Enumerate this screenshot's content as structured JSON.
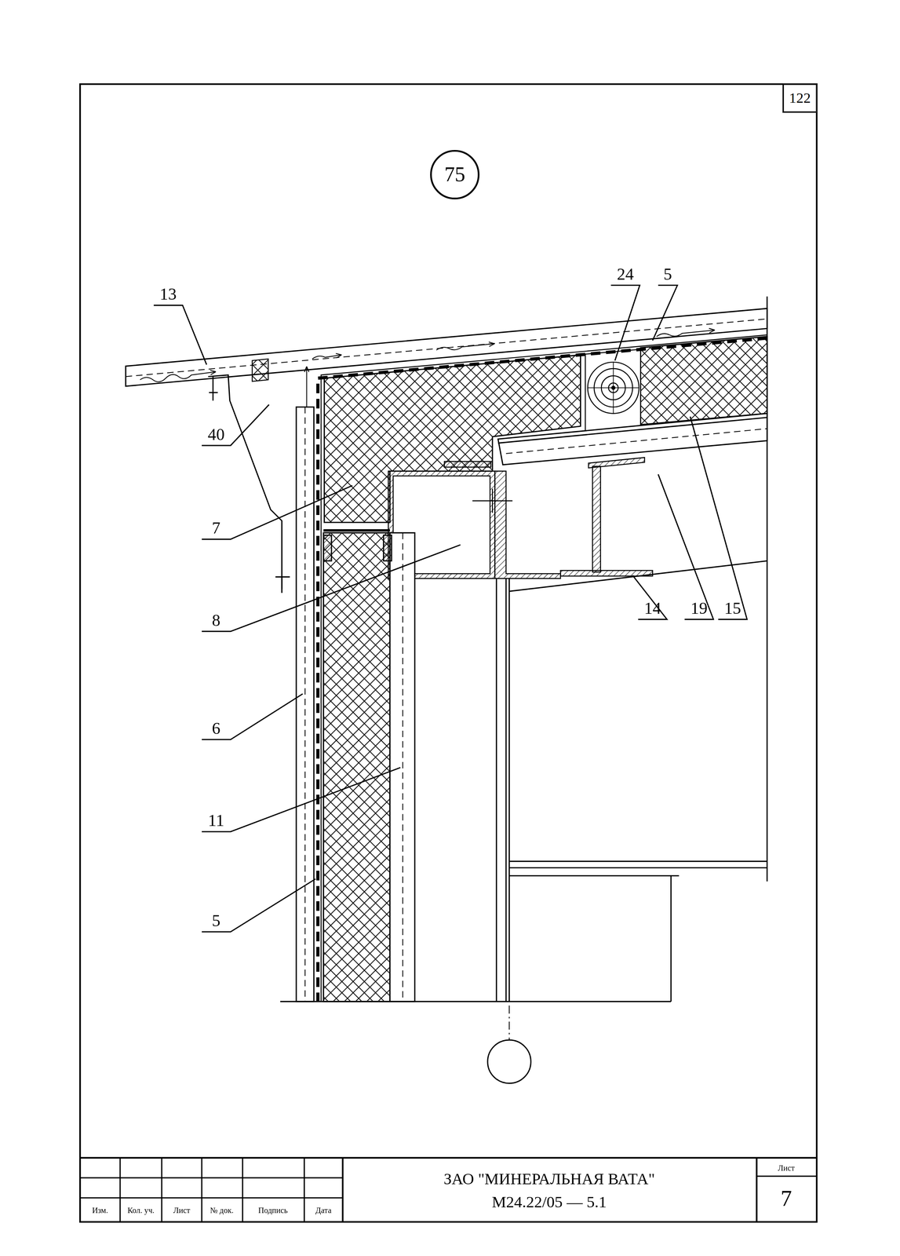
{
  "diagram": {
    "nodes": [
      {
        "text": [
          "122"
        ]
      },
      {
        "text": [
          "75"
        ]
      }
    ],
    "labels": [
      "13",
      "24",
      "5",
      "40",
      "7",
      "8",
      "6",
      "11",
      "5",
      "14",
      "19",
      "15",
      "Изм.",
      "Кол. уч.",
      "Лист",
      "№ док.",
      "Подпись",
      "Дата",
      "ЗАО \"МИНЕРАЛЬНАЯ ВАТА\"",
      "М24.22/05 — 5.1",
      "Лист",
      "7"
    ]
  }
}
